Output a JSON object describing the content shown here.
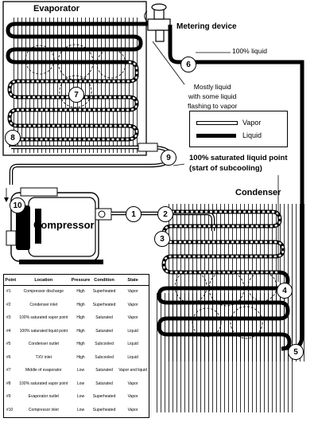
{
  "title": "Evaporator",
  "labels": {
    "metering_device": "Metering device",
    "liquid_100": "100% liquid",
    "mostly_liquid": [
      "Mostly liquid",
      "with some liquid",
      "flashing to vapor"
    ],
    "saturated_point": [
      "100% saturated liquid point",
      "(start of subcooling)"
    ],
    "condenser": "Condenser",
    "compressor": "Compressor"
  },
  "legend": {
    "vapor": "Vapor",
    "liquid": "Liquid"
  },
  "points": [
    "1",
    "2",
    "3",
    "4",
    "5",
    "6",
    "7",
    "8",
    "9",
    "10"
  ],
  "table": {
    "headers": [
      "Point",
      "Location",
      "Pressure",
      "Condition",
      "State"
    ],
    "rows": [
      [
        "#1",
        "Compressor discharge",
        "High",
        "Superheated",
        "Vapor"
      ],
      [
        "#2",
        "Condenser inlet",
        "High",
        "Superheated",
        "Vapor"
      ],
      [
        "#3",
        "100% saturated vapor point",
        "High",
        "Saturated",
        "Vapor"
      ],
      [
        "#4",
        "100% saturated liquid point",
        "High",
        "Saturated",
        "Liquid"
      ],
      [
        "#5",
        "Condenser outlet",
        "High",
        "Subcooled",
        "Liquid"
      ],
      [
        "#6",
        "TXV inlet",
        "High",
        "Subcooled",
        "Liquid"
      ],
      [
        "#7",
        "Middle of evaporator",
        "Low",
        "Saturated",
        "Vapor and liquid"
      ],
      [
        "#8",
        "100% saturated vapor point",
        "Low",
        "Saturated",
        "Vapor"
      ],
      [
        "#9",
        "Evaporator outlet",
        "Low",
        "Superheated",
        "Vapor"
      ],
      [
        "#10",
        "Compressor inlet",
        "Low",
        "Superheated",
        "Vapor"
      ]
    ]
  }
}
